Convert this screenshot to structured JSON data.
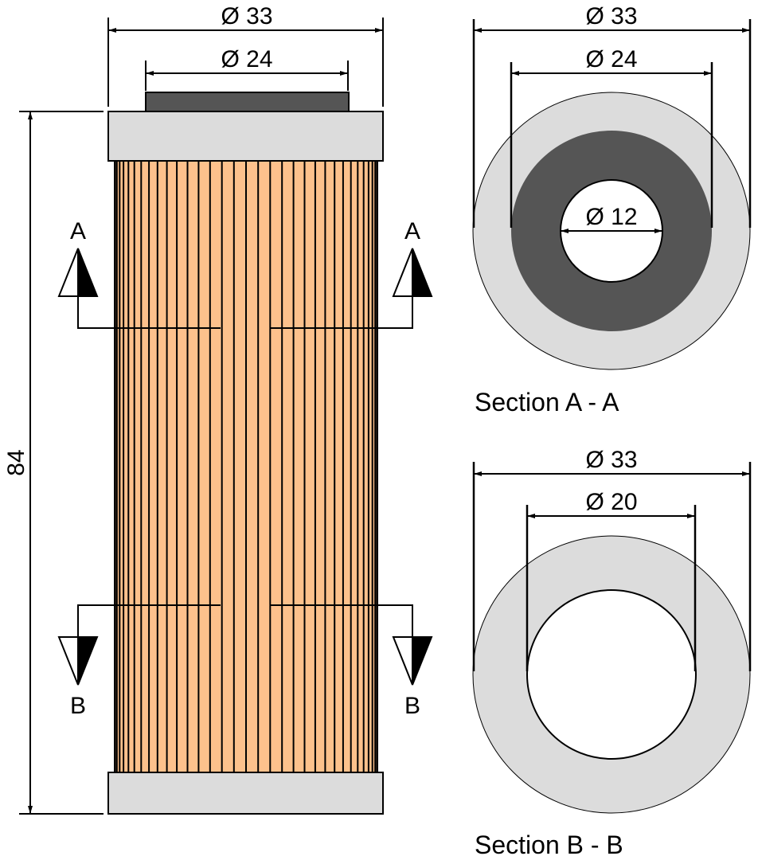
{
  "side_view": {
    "top_outer_diameter": "Ø 33",
    "top_inner_diameter": "Ø 24",
    "height": "84",
    "section_marker_a_left": "A",
    "section_marker_a_right": "A",
    "section_marker_b_left": "B",
    "section_marker_b_right": "B"
  },
  "section_a": {
    "outer_diameter": "Ø 33",
    "middle_diameter": "Ø 24",
    "inner_diameter": "Ø 12",
    "title": "Section A - A"
  },
  "section_b": {
    "outer_diameter": "Ø 33",
    "inner_diameter": "Ø 20",
    "title": "Section B - B"
  },
  "colors": {
    "paper": "#FDC18C",
    "pleat_line": "#000000",
    "end_cap": "#DCDCDC",
    "seal": "#555555",
    "section_outer_ring": "#DCDCDC",
    "section_seal_ring": "#555555",
    "hole": "#FFFFFF"
  }
}
